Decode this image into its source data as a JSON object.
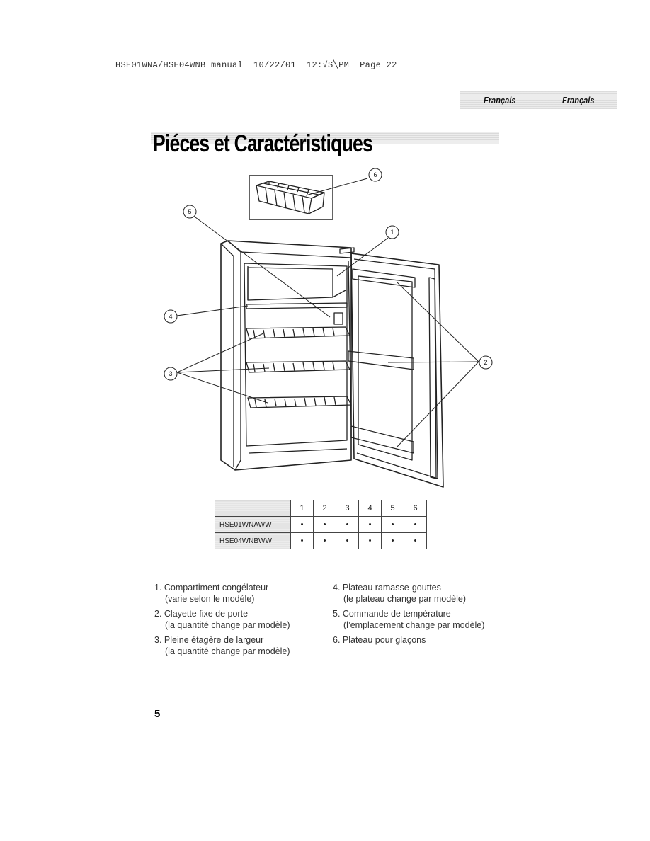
{
  "header": {
    "text": "HSE01WNA/HSE04WNB manual  10/22/01  12:√S╲PM  Page 22"
  },
  "language_tabs": [
    "Français",
    "Français"
  ],
  "title": "Piéces et Caractéristiques",
  "callouts": [
    "1",
    "2",
    "3",
    "4",
    "5",
    "6"
  ],
  "table": {
    "columns": [
      "1",
      "2",
      "3",
      "4",
      "5",
      "6"
    ],
    "rows": [
      {
        "model": "HSE01WNAWW",
        "marks": [
          "•",
          "•",
          "•",
          "•",
          "•",
          "•"
        ]
      },
      {
        "model": "HSE04WNBWW",
        "marks": [
          "•",
          "•",
          "•",
          "•",
          "•",
          "•"
        ]
      }
    ]
  },
  "legend_left": [
    {
      "label": "1. Compartiment congélateur",
      "sub": "(varie selon le modéle)"
    },
    {
      "label": "2. Clayette fixe de porte",
      "sub": "(la quantité change par modèle)"
    },
    {
      "label": "3. Pleine étagère de largeur",
      "sub": "(la quantité change par modèle)"
    }
  ],
  "legend_right": [
    {
      "label": "4. Plateau ramasse-gouttes",
      "sub": "(le plateau change par modèle)"
    },
    {
      "label": "5. Commande de température",
      "sub": "(l’emplacement change par modèle)"
    },
    {
      "label": "6. Plateau pour glaçons",
      "sub": ""
    }
  ],
  "page_number": "5"
}
